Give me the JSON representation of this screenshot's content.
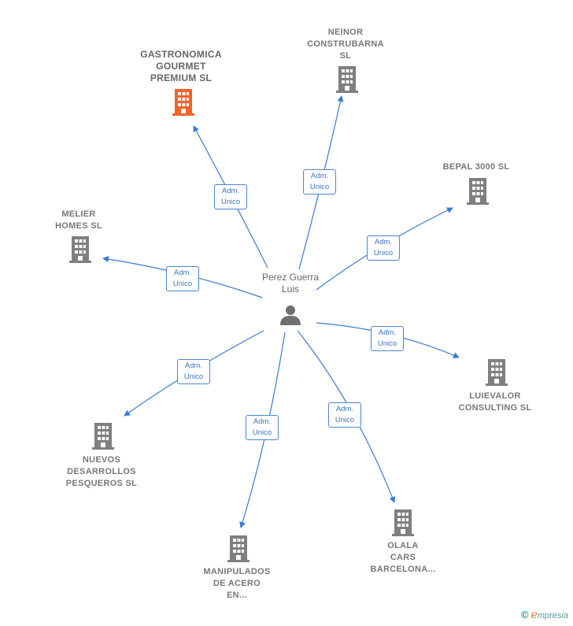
{
  "center": {
    "label": "Perez\nGuerra Luis"
  },
  "role_labels": {
    "line1": "Adm.",
    "line2": "Unico"
  },
  "colors": {
    "edge": "#3a7bd5",
    "building": "#7f7f7f",
    "building_highlight": "#f4632a"
  },
  "nodes": [
    {
      "id": "gastronomica",
      "label": "GASTRONOMICA\nGOURMET\nPREMIUM  SL",
      "highlight": true
    },
    {
      "id": "neinor",
      "label": "NEINOR\nCONSTRUBARNA\nSL",
      "highlight": false
    },
    {
      "id": "bepal",
      "label": "BEPAL 3000 SL",
      "highlight": false
    },
    {
      "id": "melier",
      "label": "MELIER\nHOMES  SL",
      "highlight": false
    },
    {
      "id": "luievalor",
      "label": "LUIEVALOR\nCONSULTING SL",
      "highlight": false
    },
    {
      "id": "nuevos",
      "label": "NUEVOS\nDESARROLLOS\nPESQUEROS SL",
      "highlight": false
    },
    {
      "id": "manipulados",
      "label": "MANIPULADOS\nDE ACERO\nEN...",
      "highlight": false
    },
    {
      "id": "olala",
      "label": "OLALA\nCARS\nBARCELONA...",
      "highlight": false
    }
  ],
  "footer": {
    "copyright": "©",
    "brand_first": "e",
    "brand_rest": "mpresia"
  }
}
